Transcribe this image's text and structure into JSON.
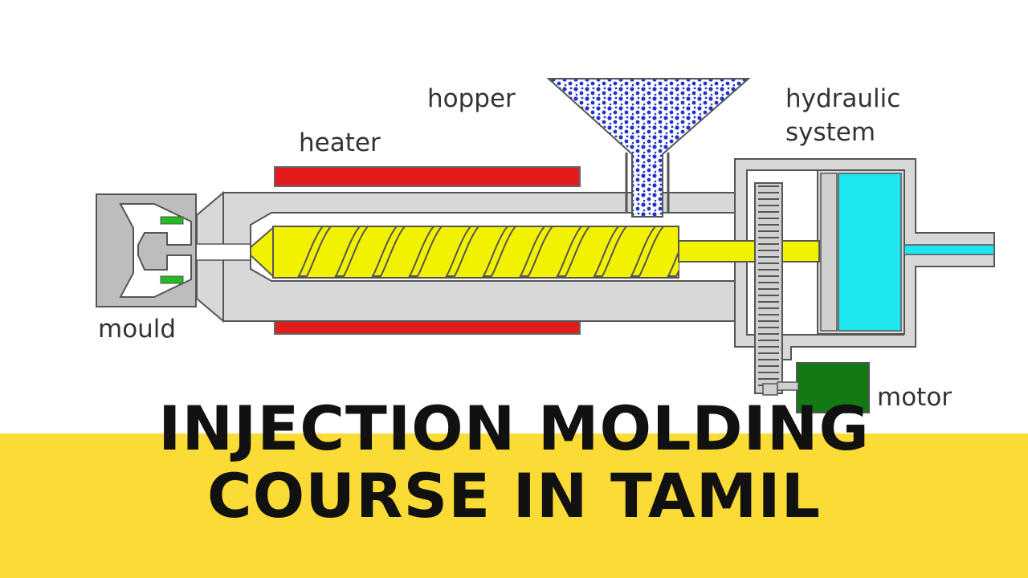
{
  "diagram": {
    "labels": {
      "hopper": "hopper",
      "heater": "heater",
      "hydraulic_line1": "hydraulic",
      "hydraulic_line2": "system",
      "mould": "mould",
      "motor": "motor"
    },
    "colors": {
      "heater": "#e21b1b",
      "screw": "#f2f200",
      "barrel": "#d8d8d8",
      "mould": "#bdbdbd",
      "hydraulic_fluid": "#1ee6ee",
      "motor": "#137a13",
      "hopper_granules": "#2233cc",
      "mould_pins": "#22bb22",
      "outline": "#555555"
    }
  },
  "title": {
    "line1": "INJECTION MOLDING",
    "line2": "COURSE IN TAMIL",
    "banner_color": "#fbdb35"
  }
}
